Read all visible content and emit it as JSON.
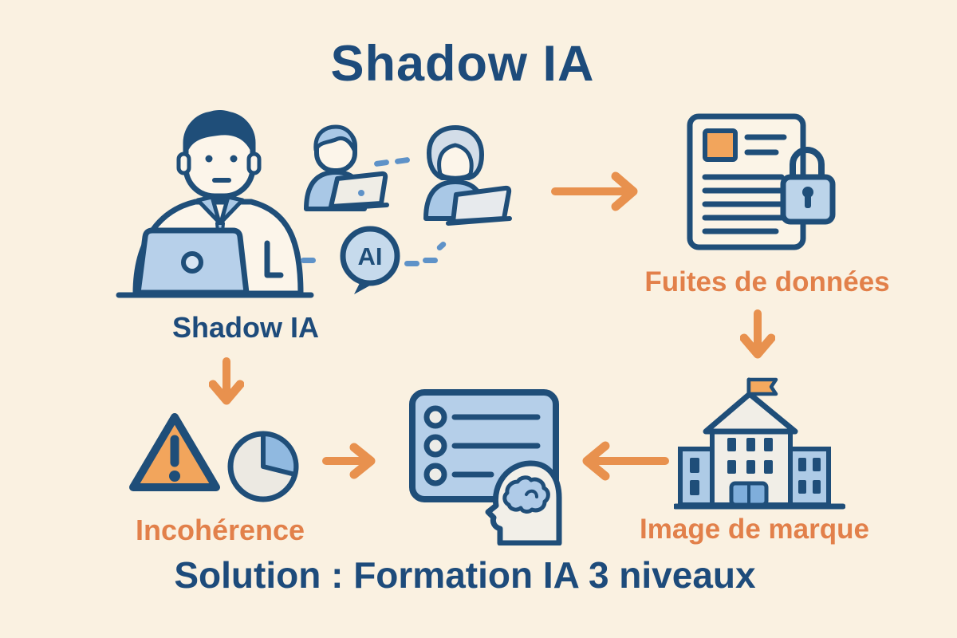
{
  "title": "Shadow IA",
  "solution": "Solution : Formation IA 3 niveaux",
  "ai_bubble": {
    "text": "AI"
  },
  "nodes": {
    "shadow_ia": {
      "label": "Shadow IA",
      "icon": "employees-using-ai-chatbot"
    },
    "fuites_donnees": {
      "label": "Fuites de données",
      "icon": "locked-document"
    },
    "image_marque": {
      "label": "Image de marque",
      "icon": "company-building-flag"
    },
    "incoherence": {
      "label": "Incohérence",
      "icon": "warning-triangle-pie-chart"
    },
    "formation": {
      "icon": "checklist-head-brain"
    }
  },
  "edges": [
    {
      "from": "shadow_ia",
      "to": "fuites_donnees",
      "direction": "right"
    },
    {
      "from": "fuites_donnees",
      "to": "image_marque",
      "direction": "down"
    },
    {
      "from": "image_marque",
      "to": "formation",
      "direction": "left"
    },
    {
      "from": "shadow_ia",
      "to": "incoherence",
      "direction": "down"
    },
    {
      "from": "incoherence",
      "to": "formation",
      "direction": "right"
    }
  ],
  "colors": {
    "background": "#FAF1E1",
    "outline_blue": "#1F4E79",
    "text_blue": "#1D4B7B",
    "text_orange": "#E2804A",
    "arrow_orange": "#E8914E",
    "fill_orange": "#F2A55C",
    "fill_light_blue": "#AECBE8",
    "fill_pale_blue": "#C6DAEC",
    "fill_cream": "#FCF5EA",
    "connector_blue": "#5E92C8"
  }
}
